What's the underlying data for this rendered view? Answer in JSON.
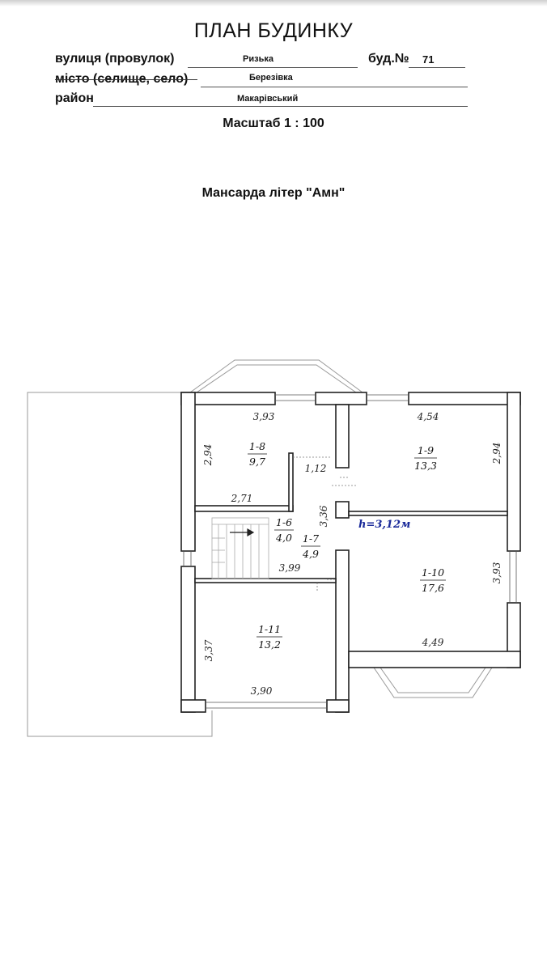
{
  "header": {
    "title": "ПЛАН БУДИНКУ",
    "street_label": "вулиця (провулок)",
    "street_value": "Ризька",
    "building_label": "буд.№",
    "building_value": "71",
    "city_label": "місто (селище, село)",
    "city_value": "Березівка",
    "district_label": "район",
    "district_value": "Макарівський",
    "scale": "Масштаб 1 : 100"
  },
  "section_title": "Мансарда літер \"Амн\"",
  "rooms": [
    {
      "id": "1-8",
      "area": "9,7"
    },
    {
      "id": "1-9",
      "area": "13,3"
    },
    {
      "id": "1-6",
      "area": "4,0"
    },
    {
      "id": "1-7",
      "area": "4,9"
    },
    {
      "id": "1-10",
      "area": "17,6"
    },
    {
      "id": "1-11",
      "area": "13,2"
    }
  ],
  "dimensions": {
    "room_1_8_top": "3,93",
    "room_1_8_side": "2,94",
    "room_1_8_bottom": "2,71",
    "corridor_width": "1,12",
    "room_1_9_top": "4,54",
    "room_1_9_side": "2,94",
    "corridor_length": "3,36",
    "stair_bottom": "3,99",
    "room_1_10_side": "3,93",
    "room_1_10_bottom": "4,49",
    "room_1_11_side": "3,37",
    "room_1_11_bottom": "3,90"
  },
  "ceiling_height": "h=3,12м"
}
